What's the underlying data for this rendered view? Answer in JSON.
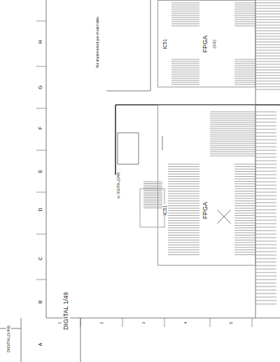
{
  "diagram": {
    "nodes": [
      {
        "text": [
          "IC51",
          "FPGA",
          "(1/2)"
        ]
      },
      {
        "text": [
          "IC51",
          "FPGA"
        ]
      }
    ],
    "edges": [],
    "labels": [
      "DIGITAL(1/49)",
      "DIGITAL 1/49",
      "to DIGITAL(1/49)",
      "Not implemented per model table.",
      "A",
      "B",
      "C",
      "D",
      "E",
      "F",
      "G",
      "H",
      "1",
      "2",
      "3",
      "4",
      "5"
    ]
  }
}
